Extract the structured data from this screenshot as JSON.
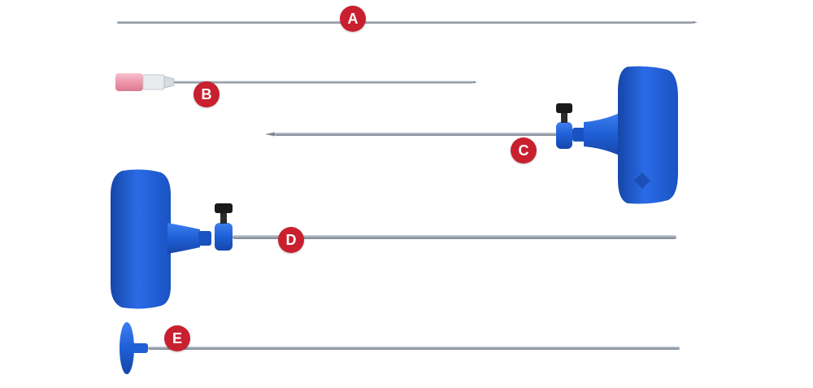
{
  "colors": {
    "badge": "#c8202f",
    "handle_blue": "#1f5fd6",
    "handle_dark": "#1546a8",
    "handle_light": "#3d7ef0",
    "steel": "#a9b1bb",
    "steel_dark": "#7e8791",
    "hub_pink": "#f2a1b4",
    "knob": "#1a1a1a",
    "background": "#ffffff"
  },
  "instruments": [
    {
      "label": "A",
      "kind": "stylet-wire"
    },
    {
      "label": "B",
      "kind": "spinal-needle"
    },
    {
      "label": "C",
      "kind": "t-handle-trocar"
    },
    {
      "label": "D",
      "kind": "t-handle-cannula"
    },
    {
      "label": "E",
      "kind": "disc-handle-rod"
    }
  ]
}
